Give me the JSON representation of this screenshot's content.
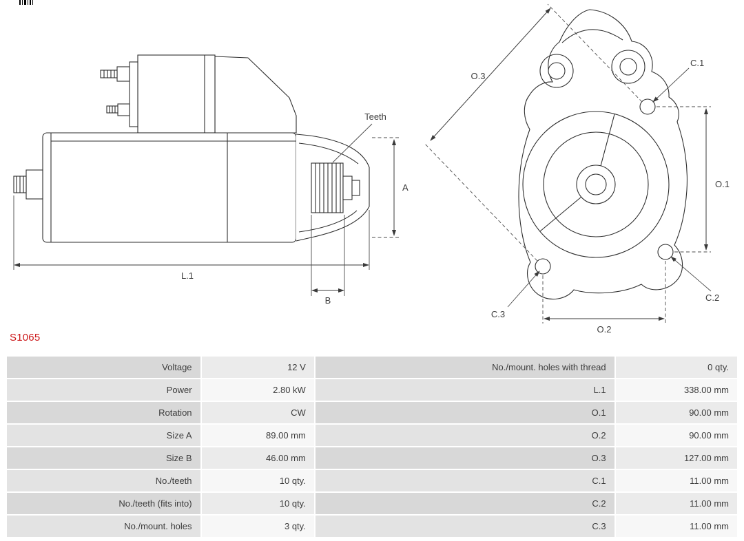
{
  "part_number": "S1065",
  "accent_color": "#cc1719",
  "diagram": {
    "labels": {
      "teeth": "Teeth",
      "dim_a": "A",
      "dim_b": "B",
      "dim_l1": "L.1",
      "dim_o1": "O.1",
      "dim_o2": "O.2",
      "dim_o3": "O.3",
      "dim_c1": "C.1",
      "dim_c2": "C.2",
      "dim_c3": "C.3"
    }
  },
  "table": {
    "colors": {
      "label_bg_odd": "#d8d8d8",
      "value_bg_odd": "#ebebeb",
      "label_bg_even": "#e3e3e3",
      "value_bg_even": "#f7f7f7"
    },
    "rows": [
      {
        "left_label": "Voltage",
        "left_value": "12 V",
        "right_label": "No./mount. holes with thread",
        "right_value": "0 qty."
      },
      {
        "left_label": "Power",
        "left_value": "2.80 kW",
        "right_label": "L.1",
        "right_value": "338.00 mm"
      },
      {
        "left_label": "Rotation",
        "left_value": "CW",
        "right_label": "O.1",
        "right_value": "90.00 mm"
      },
      {
        "left_label": "Size A",
        "left_value": "89.00 mm",
        "right_label": "O.2",
        "right_value": "90.00 mm"
      },
      {
        "left_label": "Size B",
        "left_value": "46.00 mm",
        "right_label": "O.3",
        "right_value": "127.00 mm"
      },
      {
        "left_label": "No./teeth",
        "left_value": "10 qty.",
        "right_label": "C.1",
        "right_value": "11.00 mm"
      },
      {
        "left_label": "No./teeth (fits into)",
        "left_value": "10 qty.",
        "right_label": "C.2",
        "right_value": "11.00 mm"
      },
      {
        "left_label": "No./mount. holes",
        "left_value": "3 qty.",
        "right_label": "C.3",
        "right_value": "11.00 mm"
      }
    ]
  }
}
